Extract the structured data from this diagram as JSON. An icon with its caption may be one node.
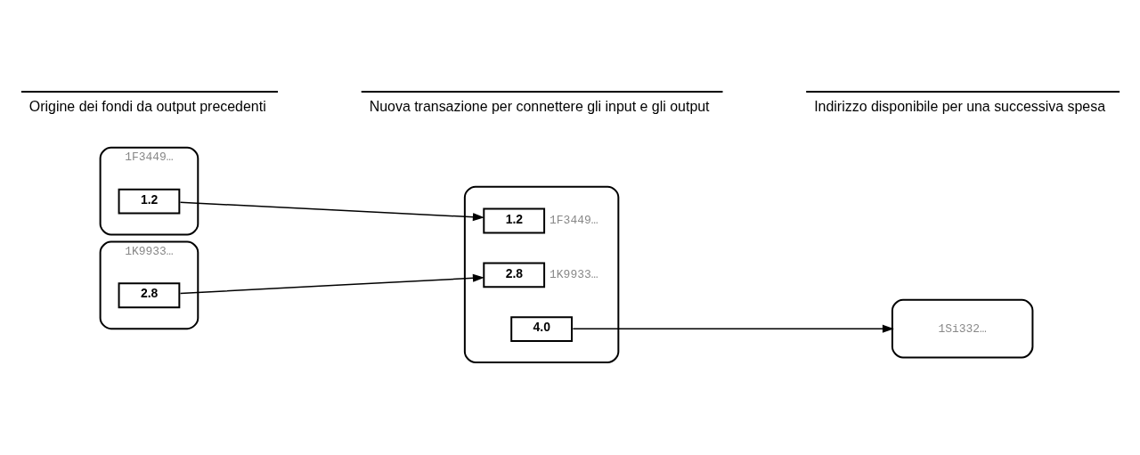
{
  "diagram": {
    "nodes": [
      {
        "text": [
          "1F3449…"
        ]
      },
      {
        "text": [
          "1.2"
        ],
        "in": 0
      },
      {
        "text": [
          "1K9933…"
        ]
      },
      {
        "text": [
          "2.8"
        ],
        "in": 2
      },
      {
        "text": [],
        "shape": "box"
      },
      {
        "text": [
          "1.2"
        ],
        "in": 4,
        "beside": [
          "1F3449…"
        ]
      },
      {
        "text": [
          "2.8"
        ],
        "in": 4,
        "beside": [
          "1K9933…"
        ]
      },
      {
        "text": [
          "4.0"
        ],
        "in": 4
      },
      {
        "text": [
          "1Si332…"
        ]
      }
    ],
    "edges": [
      {
        "from": 1,
        "to": 5,
        "arrow": "to"
      },
      {
        "from": 3,
        "to": 6,
        "arrow": "to"
      },
      {
        "from": 7,
        "to": 8,
        "arrow": "to"
      }
    ],
    "labels": [
      "Origine dei fondi da output precedenti",
      "Nuova transazione per connettere gli input e gli output",
      "Indirizzo disponibile per una successiva spesa"
    ]
  }
}
